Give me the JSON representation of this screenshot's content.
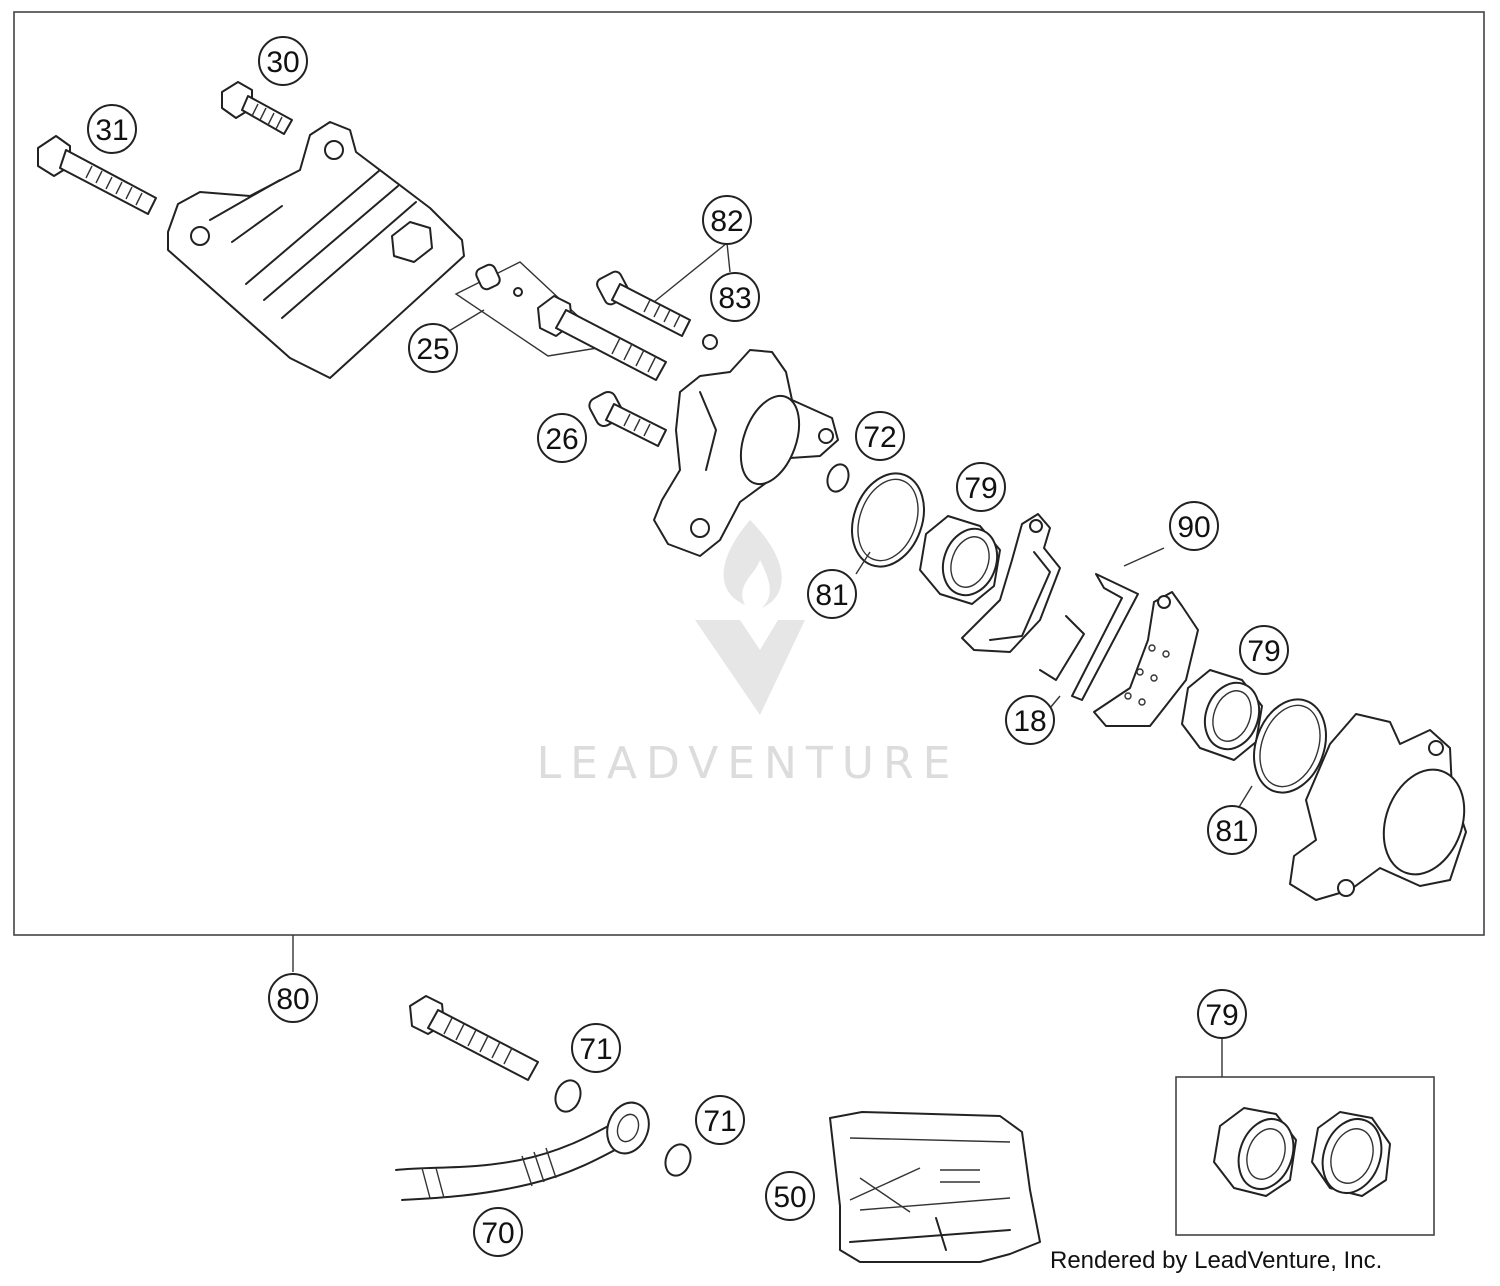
{
  "diagram": {
    "callouts": [
      {
        "id": "30",
        "label": "30"
      },
      {
        "id": "31",
        "label": "31"
      },
      {
        "id": "82",
        "label": "82"
      },
      {
        "id": "83",
        "label": "83"
      },
      {
        "id": "25",
        "label": "25"
      },
      {
        "id": "26",
        "label": "26"
      },
      {
        "id": "72",
        "label": "72"
      },
      {
        "id": "79a",
        "label": "79"
      },
      {
        "id": "90",
        "label": "90"
      },
      {
        "id": "81a",
        "label": "81"
      },
      {
        "id": "79b",
        "label": "79"
      },
      {
        "id": "18",
        "label": "18"
      },
      {
        "id": "81b",
        "label": "81"
      },
      {
        "id": "80",
        "label": "80"
      },
      {
        "id": "71a",
        "label": "71"
      },
      {
        "id": "71b",
        "label": "71"
      },
      {
        "id": "79c",
        "label": "79"
      },
      {
        "id": "50",
        "label": "50"
      },
      {
        "id": "70",
        "label": "70"
      }
    ],
    "watermark": "LEADVENTURE",
    "credit": "Rendered by LeadVenture, Inc.",
    "line_color": "#222222",
    "watermark_color": "#dcdcdc"
  }
}
